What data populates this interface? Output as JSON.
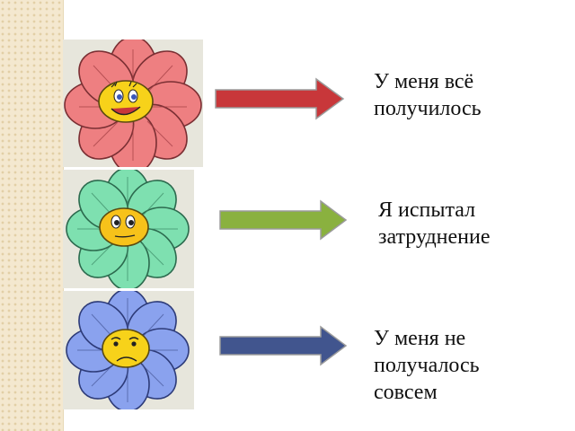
{
  "colors": {
    "background": "#ffffff",
    "strip": "#f4e8cf",
    "card": "#e7e6dc",
    "red_petals": "#ee7f81",
    "green_petals": "#7ee0b0",
    "blue_petals": "#8aa2ee",
    "flower_center": "#f7d21a",
    "arrow_red": "#c8373a",
    "arrow_green": "#8ab13f",
    "arrow_blue": "#41558e"
  },
  "rows": [
    {
      "mood": "happy",
      "icon": "happy-flower-icon",
      "caption_lines": [
        "У меня всё",
        "получилось"
      ]
    },
    {
      "mood": "neutral",
      "icon": "neutral-flower-icon",
      "caption_lines": [
        "Я испытал",
        "затруднение"
      ]
    },
    {
      "mood": "sad",
      "icon": "sad-flower-icon",
      "caption_lines": [
        "У меня не",
        "получалось",
        "совсем"
      ]
    }
  ]
}
